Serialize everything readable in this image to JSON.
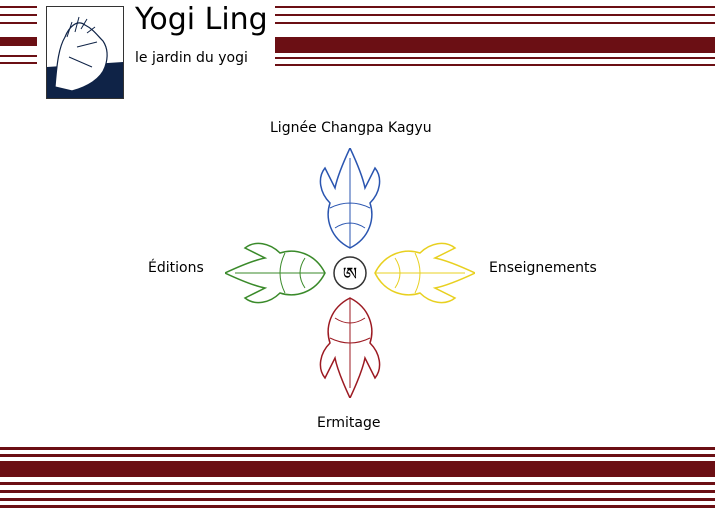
{
  "header": {
    "title": "Yogi Ling",
    "subtitle": "le jardin du yogi"
  },
  "nav": {
    "top": "Lignée Changpa Kagyu",
    "left": "Éditions",
    "right": "Enseignements",
    "bottom": "Ermitage"
  },
  "center_glyph": "ཨ",
  "colors": {
    "stripe": "#6b0f14",
    "blue": "#2a55b0",
    "green": "#3a8a2a",
    "yellow": "#e8d020",
    "red": "#9c1a22"
  }
}
